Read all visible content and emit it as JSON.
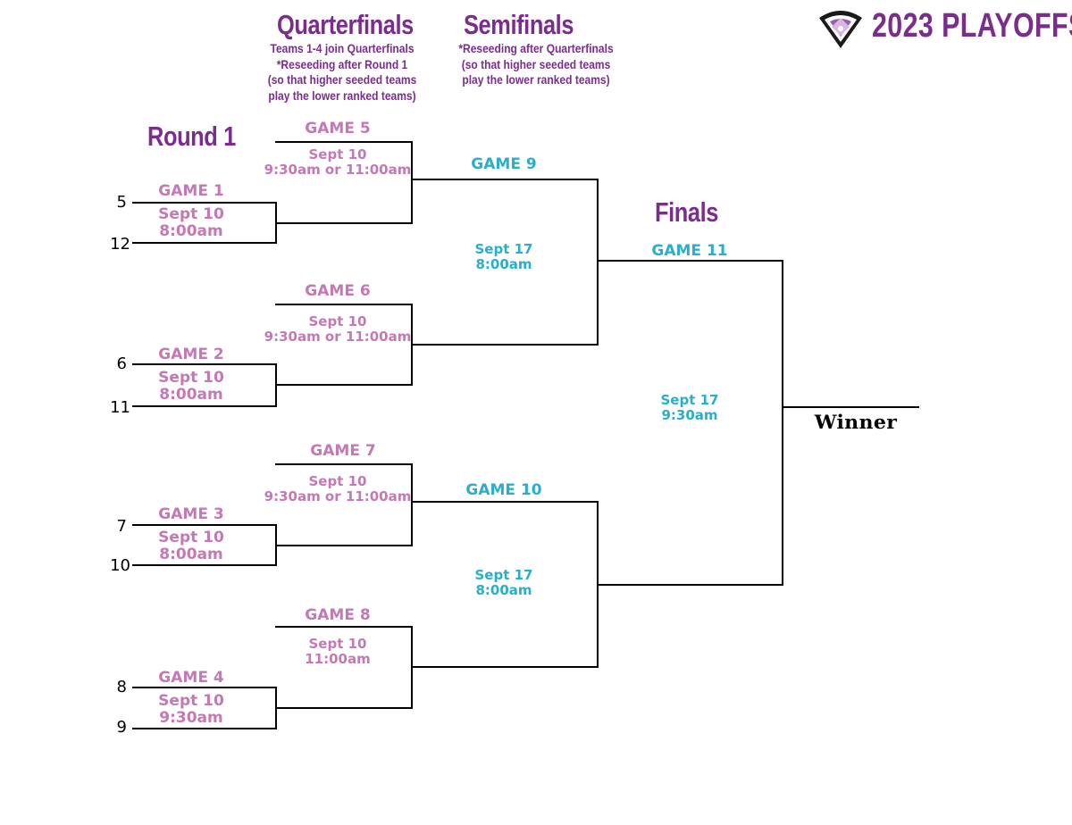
{
  "header": {
    "title": "2023 PLAYOFFS",
    "logo_icon": "baseball-diamond-logo-icon"
  },
  "rounds": {
    "round1": {
      "title": "Round 1"
    },
    "quarterfinals": {
      "title": "Quarterfinals",
      "notes": [
        "Teams 1-4 join Quarterfinals",
        "*Reseeding after Round 1",
        "(so that higher seeded teams",
        "play the lower ranked teams)"
      ]
    },
    "semifinals": {
      "title": "Semifinals",
      "notes": [
        "*Reseeding after Quarterfinals",
        "(so that higher seeded teams",
        "play the lower ranked teams)"
      ]
    },
    "finals": {
      "title": "Finals"
    }
  },
  "games": {
    "g1": {
      "label": "GAME 1",
      "date": "Sept 10",
      "time": "8:00am",
      "seeds": [
        "5",
        "12"
      ]
    },
    "g2": {
      "label": "GAME 2",
      "date": "Sept 10",
      "time": "8:00am",
      "seeds": [
        "6",
        "11"
      ]
    },
    "g3": {
      "label": "GAME 3",
      "date": "Sept 10",
      "time": "8:00am",
      "seeds": [
        "7",
        "10"
      ]
    },
    "g4": {
      "label": "GAME 4",
      "date": "Sept 10",
      "time": "9:30am",
      "seeds": [
        "8",
        "9"
      ]
    },
    "g5": {
      "label": "GAME 5",
      "date": "Sept 10",
      "time": "9:30am or 11:00am"
    },
    "g6": {
      "label": "GAME 6",
      "date": "Sept 10",
      "time": "9:30am or 11:00am"
    },
    "g7": {
      "label": "GAME 7",
      "date": "Sept 10",
      "time": "9:30am or 11:00am"
    },
    "g8": {
      "label": "GAME 8",
      "date": "Sept 10",
      "time": "11:00am"
    },
    "g9": {
      "label": "GAME 9",
      "date": "Sept 17",
      "time": "8:00am"
    },
    "g10": {
      "label": "GAME 10",
      "date": "Sept 17",
      "time": "8:00am"
    },
    "g11": {
      "label": "GAME 11",
      "date": "Sept 17",
      "time": "9:30am"
    }
  },
  "winner_label": "Winner",
  "colors": {
    "heading_purple": "#7b2d8e",
    "early_round_pink": "#c478b4",
    "late_round_teal": "#2aaecc",
    "bracket_line": "#000000"
  }
}
